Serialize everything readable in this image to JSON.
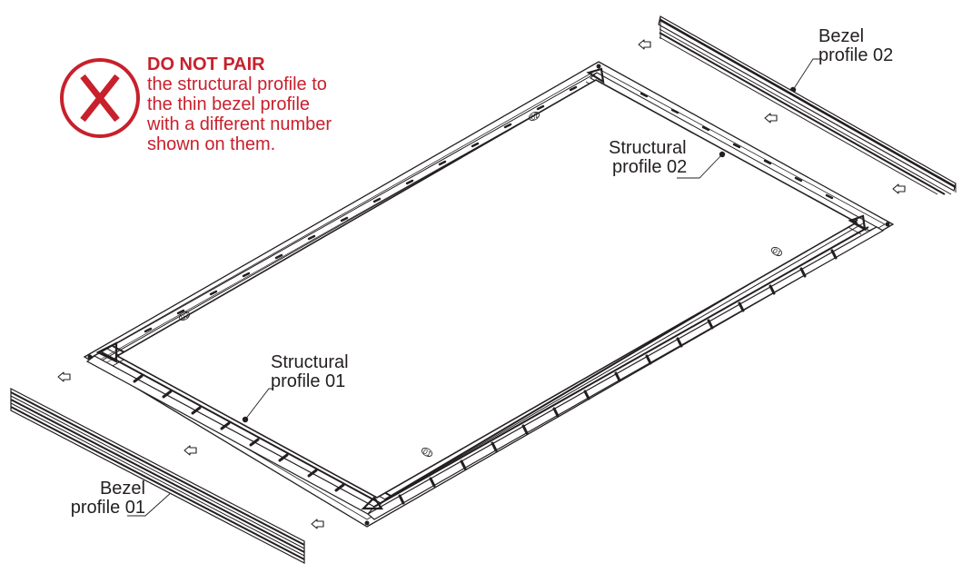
{
  "warning": {
    "title": "DO NOT PAIR",
    "lines": [
      "the structural profile to",
      "the thin bezel profile",
      "with a different number",
      "shown on them."
    ],
    "icon": "x-circle-icon",
    "color": "#c8202c"
  },
  "labels": {
    "bezel_02": [
      "Bezel",
      "profile 02"
    ],
    "structural_02": [
      "Structural",
      "profile 02"
    ],
    "structural_01": [
      "Structural",
      "profile 01"
    ],
    "bezel_01": [
      "Bezel",
      "profile 01"
    ]
  },
  "frame_markings": {
    "top_left": "02",
    "left": "02",
    "right": "01",
    "bottom": "01"
  },
  "colors": {
    "line": "#231f20",
    "fill": "#ffffff",
    "light": "#bfbfbf"
  }
}
